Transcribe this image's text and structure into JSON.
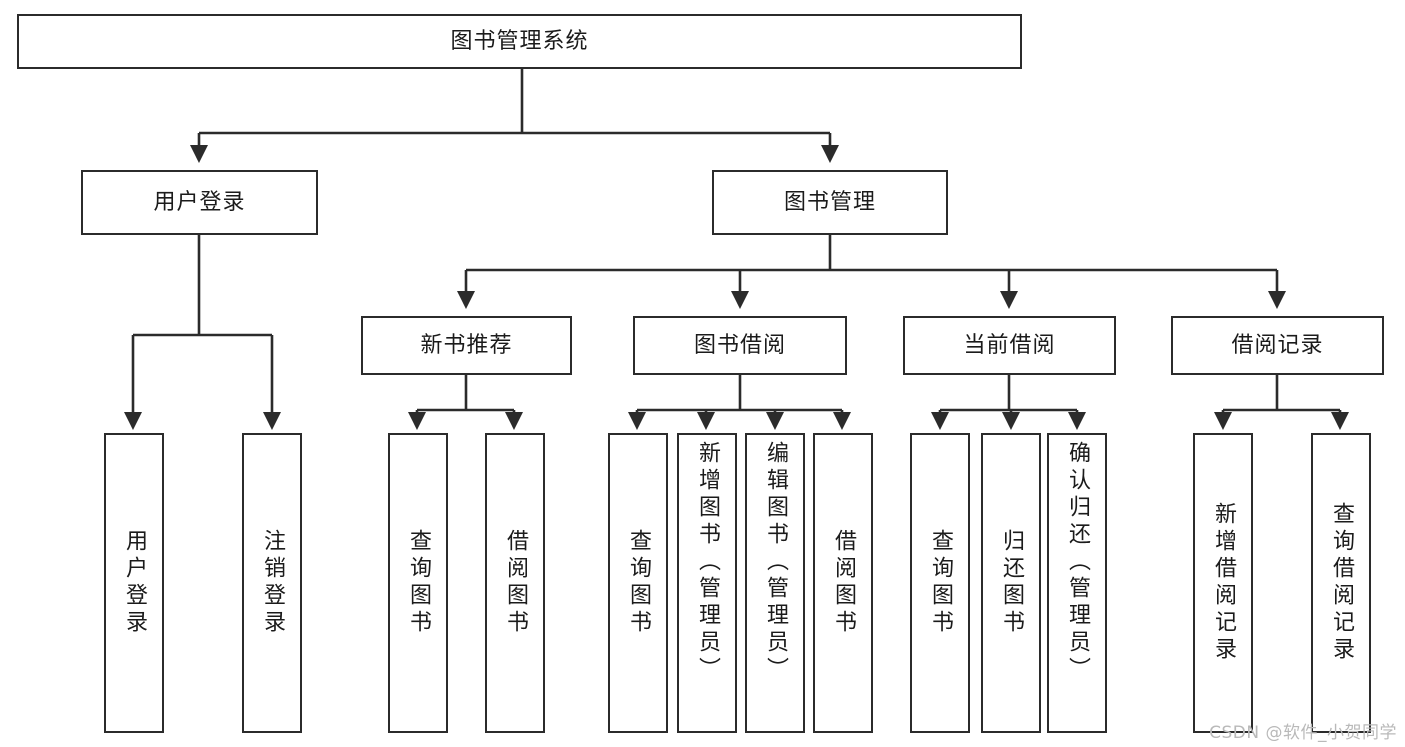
{
  "chart_data": {
    "type": "diagram",
    "diagram_kind": "hierarchy-tree",
    "title": "图书管理系统",
    "levels": 4,
    "node_count": 19
  },
  "watermark": "CSDN @软件_小贺同学",
  "colors": {
    "background": "#ffffff",
    "box_border": "#2b2b2b",
    "edge": "#2b2b2b",
    "text": "#1b1b1b",
    "watermark": "#b9b9b9"
  },
  "root": {
    "label": "图书管理系统"
  },
  "level1": [
    {
      "id": "user-login",
      "label": "用户登录"
    },
    {
      "id": "book-manage",
      "label": "图书管理"
    }
  ],
  "level2": [
    {
      "id": "new-book-recommend",
      "label": "新书推荐"
    },
    {
      "id": "book-borrow",
      "label": "图书借阅"
    },
    {
      "id": "current-borrow",
      "label": "当前借阅"
    },
    {
      "id": "borrow-record",
      "label": "借阅记录"
    }
  ],
  "leaves": [
    {
      "id": "leaf-user-login",
      "label": "用户登录",
      "parent": "user-login"
    },
    {
      "id": "leaf-logout",
      "label": "注销登录",
      "parent": "user-login"
    },
    {
      "id": "leaf-query-book-1",
      "label": "查询图书",
      "parent": "new-book-recommend"
    },
    {
      "id": "leaf-borrow-book-1",
      "label": "借阅图书",
      "parent": "new-book-recommend"
    },
    {
      "id": "leaf-query-book-2",
      "label": "查询图书",
      "parent": "book-borrow"
    },
    {
      "id": "leaf-add-book",
      "label": "新增图书（管理员）",
      "parent": "book-borrow"
    },
    {
      "id": "leaf-edit-book",
      "label": "编辑图书（管理员）",
      "parent": "book-borrow"
    },
    {
      "id": "leaf-borrow-book-2",
      "label": "借阅图书",
      "parent": "book-borrow"
    },
    {
      "id": "leaf-query-book-3",
      "label": "查询图书",
      "parent": "current-borrow"
    },
    {
      "id": "leaf-return-book",
      "label": "归还图书",
      "parent": "current-borrow"
    },
    {
      "id": "leaf-confirm-return",
      "label": "确认归还（管理员）",
      "parent": "current-borrow"
    },
    {
      "id": "leaf-add-record",
      "label": "新增借阅记录",
      "parent": "borrow-record"
    },
    {
      "id": "leaf-query-record",
      "label": "查询借阅记录",
      "parent": "borrow-record"
    }
  ]
}
